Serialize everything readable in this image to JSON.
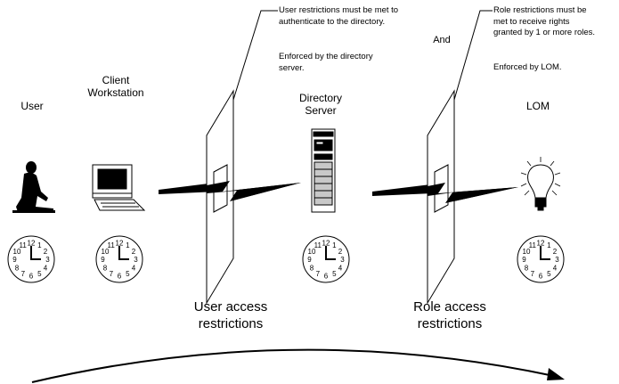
{
  "nodes": {
    "user": "User",
    "client": "Client\nWorkstation",
    "directory": "Directory\nServer",
    "lom": "LOM"
  },
  "notes": {
    "user_restriction": "User restrictions must be met to\nauthenticate to the directory.",
    "user_enforced": "Enforced by the directory\nserver.",
    "and": "And",
    "role_restriction": "Role restrictions must be\nmet to receive rights\ngranted by 1 or more roles.",
    "role_enforced": "Enforced by LOM."
  },
  "barriers": {
    "user_access": "User access\nrestrictions",
    "role_access": "Role access\nrestrictions"
  },
  "clock": {
    "numerals": [
      "12",
      "1",
      "2",
      "3",
      "4",
      "5",
      "6",
      "7",
      "8",
      "9",
      "10",
      "11"
    ]
  },
  "icons": {
    "user": "person-at-desk-icon",
    "client": "computer-workstation-icon",
    "directory": "server-tower-icon",
    "lom": "light-bulb-icon",
    "clock": "clock-icon",
    "link": "lightning-link-icon"
  },
  "colors": {
    "ink": "#000000",
    "panel": "#ffffff",
    "server_grey": "#c8c8c8"
  }
}
